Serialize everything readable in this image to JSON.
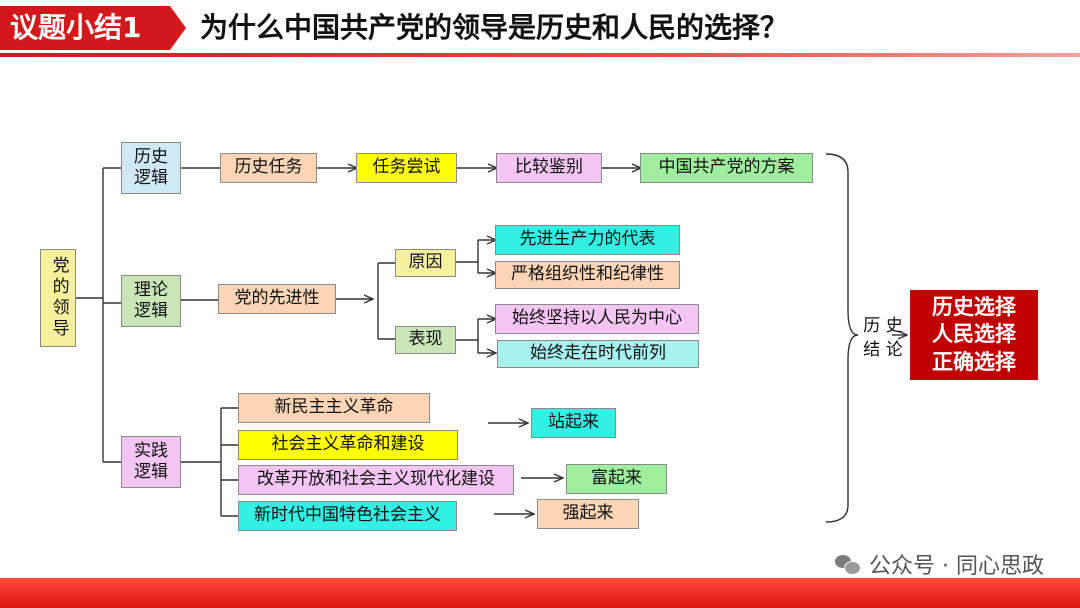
{
  "header": {
    "tag": "议题小结1",
    "title": "为什么中国共产党的领导是历史和人民的选择？"
  },
  "root": "党的领导",
  "branches": {
    "history": {
      "label": "历史逻辑",
      "chain": [
        "历史任务",
        "任务尝试",
        "比较鉴别",
        "中国共产党的方案"
      ]
    },
    "theory": {
      "label": "理论逻辑",
      "node": "党的先进性",
      "reason": {
        "label": "原因",
        "items": [
          "先进生产力的代表",
          "严格组织性和纪律性"
        ]
      },
      "manifest": {
        "label": "表现",
        "items": [
          "始终坚持以人民为中心",
          "始终走在时代前列"
        ]
      }
    },
    "practice": {
      "label": "实践逻辑",
      "items": [
        "新民主主义革命",
        "社会主义革命和建设",
        "改革开放和社会主义现代化建设",
        "新时代中国特色社会主义"
      ],
      "outcomes": [
        "站起来",
        "富起来",
        "强起来"
      ]
    }
  },
  "conclusion": {
    "line1": "历 史",
    "line2": "结 论"
  },
  "result": [
    "历史选择",
    "人民选择",
    "正确选择"
  ],
  "watermark": "公众号 · 同心思政",
  "colors": {
    "accent_red": "#d2181a",
    "result_red": "#c00000"
  }
}
